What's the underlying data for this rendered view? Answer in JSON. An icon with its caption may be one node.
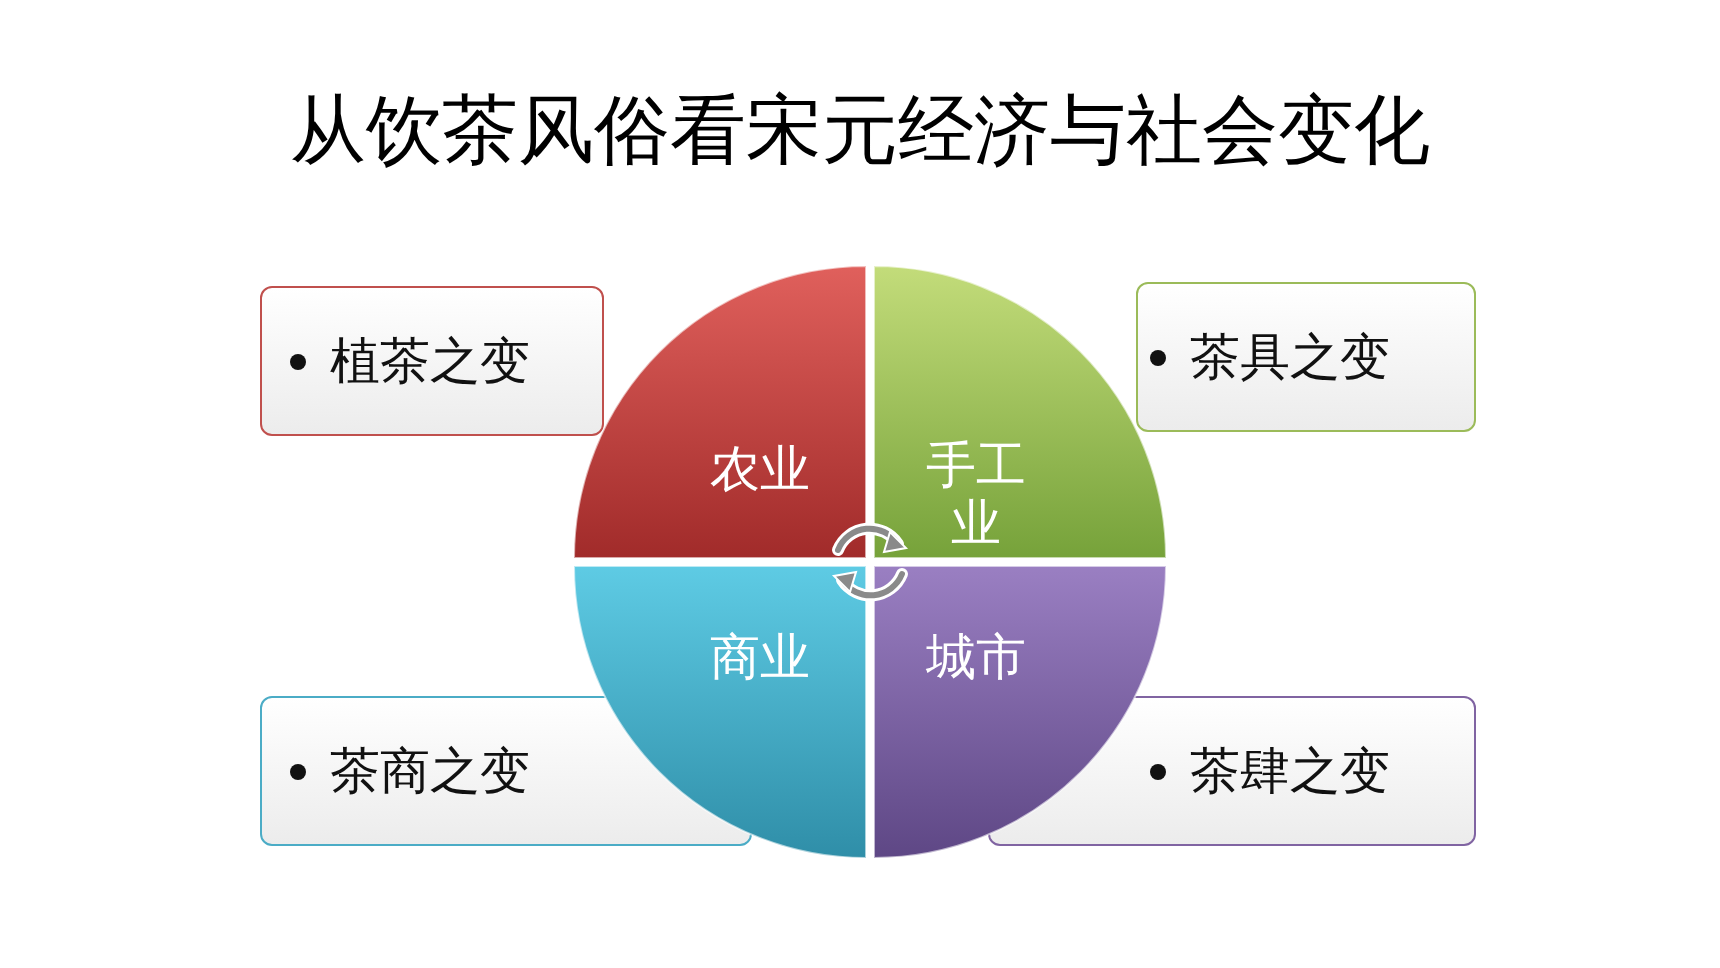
{
  "diagram": {
    "title": "从饮茶风俗看宋元经济与社会变化",
    "nodes": [
      {
        "text": [
          "植茶之变"
        ]
      },
      {
        "text": [
          "茶具之变"
        ]
      },
      {
        "text": [
          "农业"
        ]
      },
      {
        "text": [
          "手工业"
        ]
      },
      {
        "text": [
          "商业"
        ]
      },
      {
        "text": [
          "城市"
        ]
      },
      {
        "text": [
          "茶商之变"
        ]
      },
      {
        "text": [
          "茶肆之变"
        ]
      }
    ]
  }
}
